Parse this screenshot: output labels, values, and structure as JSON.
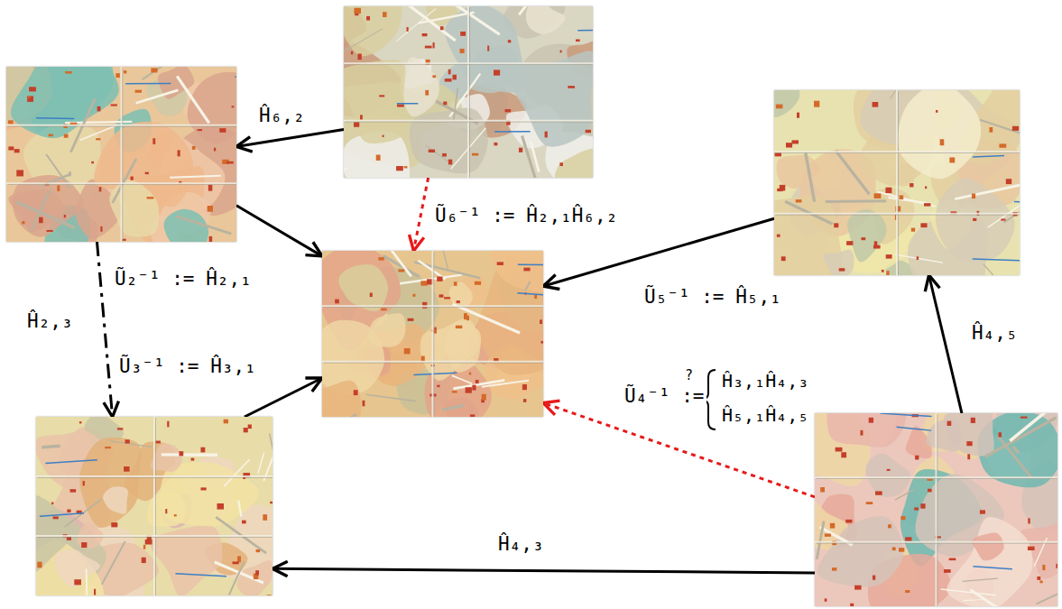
{
  "diagram": {
    "nodes": [
      {
        "text": []
      },
      {
        "text": []
      },
      {
        "text": []
      },
      {
        "text": []
      },
      {
        "text": []
      },
      {
        "text": []
      }
    ],
    "edges": [
      {
        "from": 0,
        "to": 1,
        "arrow": "to",
        "label": "Ĥ₆,₂"
      },
      {
        "from": 0,
        "to": 3,
        "arrow": "to",
        "label": "Ũ₆⁻¹ := Ĥ₂,₁Ĥ₆,₂"
      },
      {
        "from": 1,
        "to": 3,
        "arrow": "to",
        "label": "Ũ₂⁻¹ := Ĥ₂,₁"
      },
      {
        "from": 1,
        "to": 4,
        "arrow": "to",
        "label": "Ĥ₂,₃"
      },
      {
        "from": 4,
        "to": 3,
        "arrow": "to",
        "label": "Ũ₃⁻¹ := Ĥ₃,₁"
      },
      {
        "from": 2,
        "to": 3,
        "arrow": "to",
        "label": "Ũ₅⁻¹ := Ĥ₅,₁"
      },
      {
        "from": 5,
        "to": 2,
        "arrow": "to",
        "label": "Ĥ₄,₅"
      },
      {
        "from": 5,
        "to": 4,
        "arrow": "to",
        "label": "Ĥ₄,₃"
      },
      {
        "from": 5,
        "to": 3,
        "arrow": "to",
        "label": "Ũ₄⁻¹ :="
      }
    ],
    "labels": [
      "?",
      "Ĥ₃,₁Ĥ₄,₃",
      "Ĥ₅,₁Ĥ₄,₅"
    ]
  }
}
